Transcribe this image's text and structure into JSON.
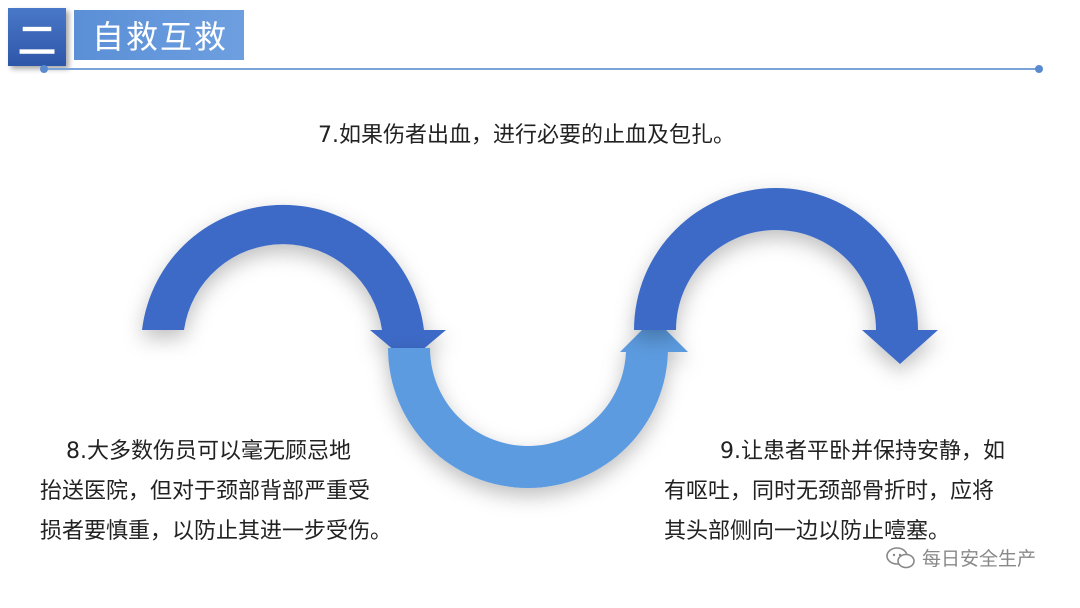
{
  "header": {
    "number": "二",
    "title": "自救互救"
  },
  "steps": {
    "step7": "7.如果伤者出血，进行必要的止血及包扎。",
    "step8_lines": [
      "8.大多数伤员可以毫无顾忌地",
      "抬送医院，但对于颈部背部严重受",
      "损者要慎重，以防止其进一步受伤。"
    ],
    "step9_lines": [
      "9.让患者平卧并保持安静，如",
      "有呕吐，同时无颈部骨折时，应将",
      "其头部侧向一边以防止噎塞。"
    ]
  },
  "watermark": {
    "text": "每日安全生产",
    "icon": "wechat-icon"
  },
  "colors": {
    "arrow_dark": "#3d6bc7",
    "arrow_light": "#5b9be0",
    "accent": "#2e56a8"
  }
}
